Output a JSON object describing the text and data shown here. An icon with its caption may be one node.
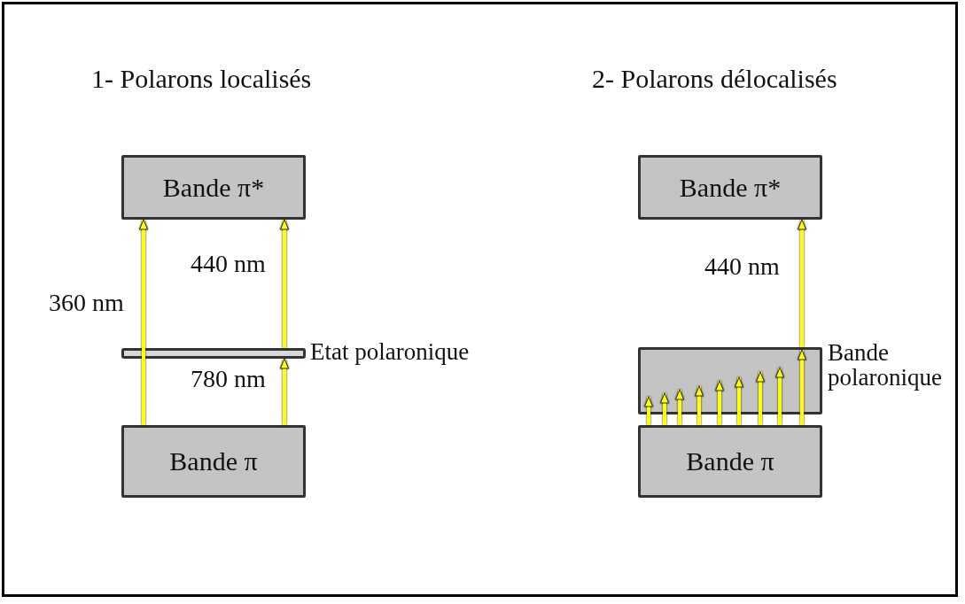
{
  "diagram": {
    "nodes": [
      {
        "text": [
          "Bande π*"
        ]
      },
      {
        "text": [
          "Etat polaronique"
        ]
      },
      {
        "text": [
          "Bande π"
        ]
      },
      {
        "text": [
          "Bande π*"
        ]
      },
      {
        "text": [
          "Bande polaronique"
        ]
      },
      {
        "text": [
          "Bande π"
        ]
      }
    ],
    "edges": [
      {
        "from": 2,
        "to": 0,
        "arrow": "to",
        "label": "360 nm"
      },
      {
        "from": 1,
        "to": 0,
        "arrow": "to",
        "label": "440 nm"
      },
      {
        "from": 2,
        "to": 1,
        "arrow": "to",
        "label": "780 nm"
      },
      {
        "from": 4,
        "to": 3,
        "arrow": "to",
        "label": "440 nm"
      },
      {
        "from": 5,
        "to": 4,
        "arrow": "to"
      },
      {
        "from": 5,
        "to": 4,
        "arrow": "to"
      },
      {
        "from": 5,
        "to": 4,
        "arrow": "to"
      },
      {
        "from": 5,
        "to": 4,
        "arrow": "to"
      },
      {
        "from": 5,
        "to": 4,
        "arrow": "to"
      },
      {
        "from": 5,
        "to": 4,
        "arrow": "to"
      },
      {
        "from": 5,
        "to": 4,
        "arrow": "to"
      },
      {
        "from": 5,
        "to": 4,
        "arrow": "to"
      },
      {
        "from": 5,
        "to": 4,
        "arrow": "to"
      }
    ],
    "labels": [
      "1- Polarons localisés",
      "2- Polarons délocalisés"
    ]
  }
}
